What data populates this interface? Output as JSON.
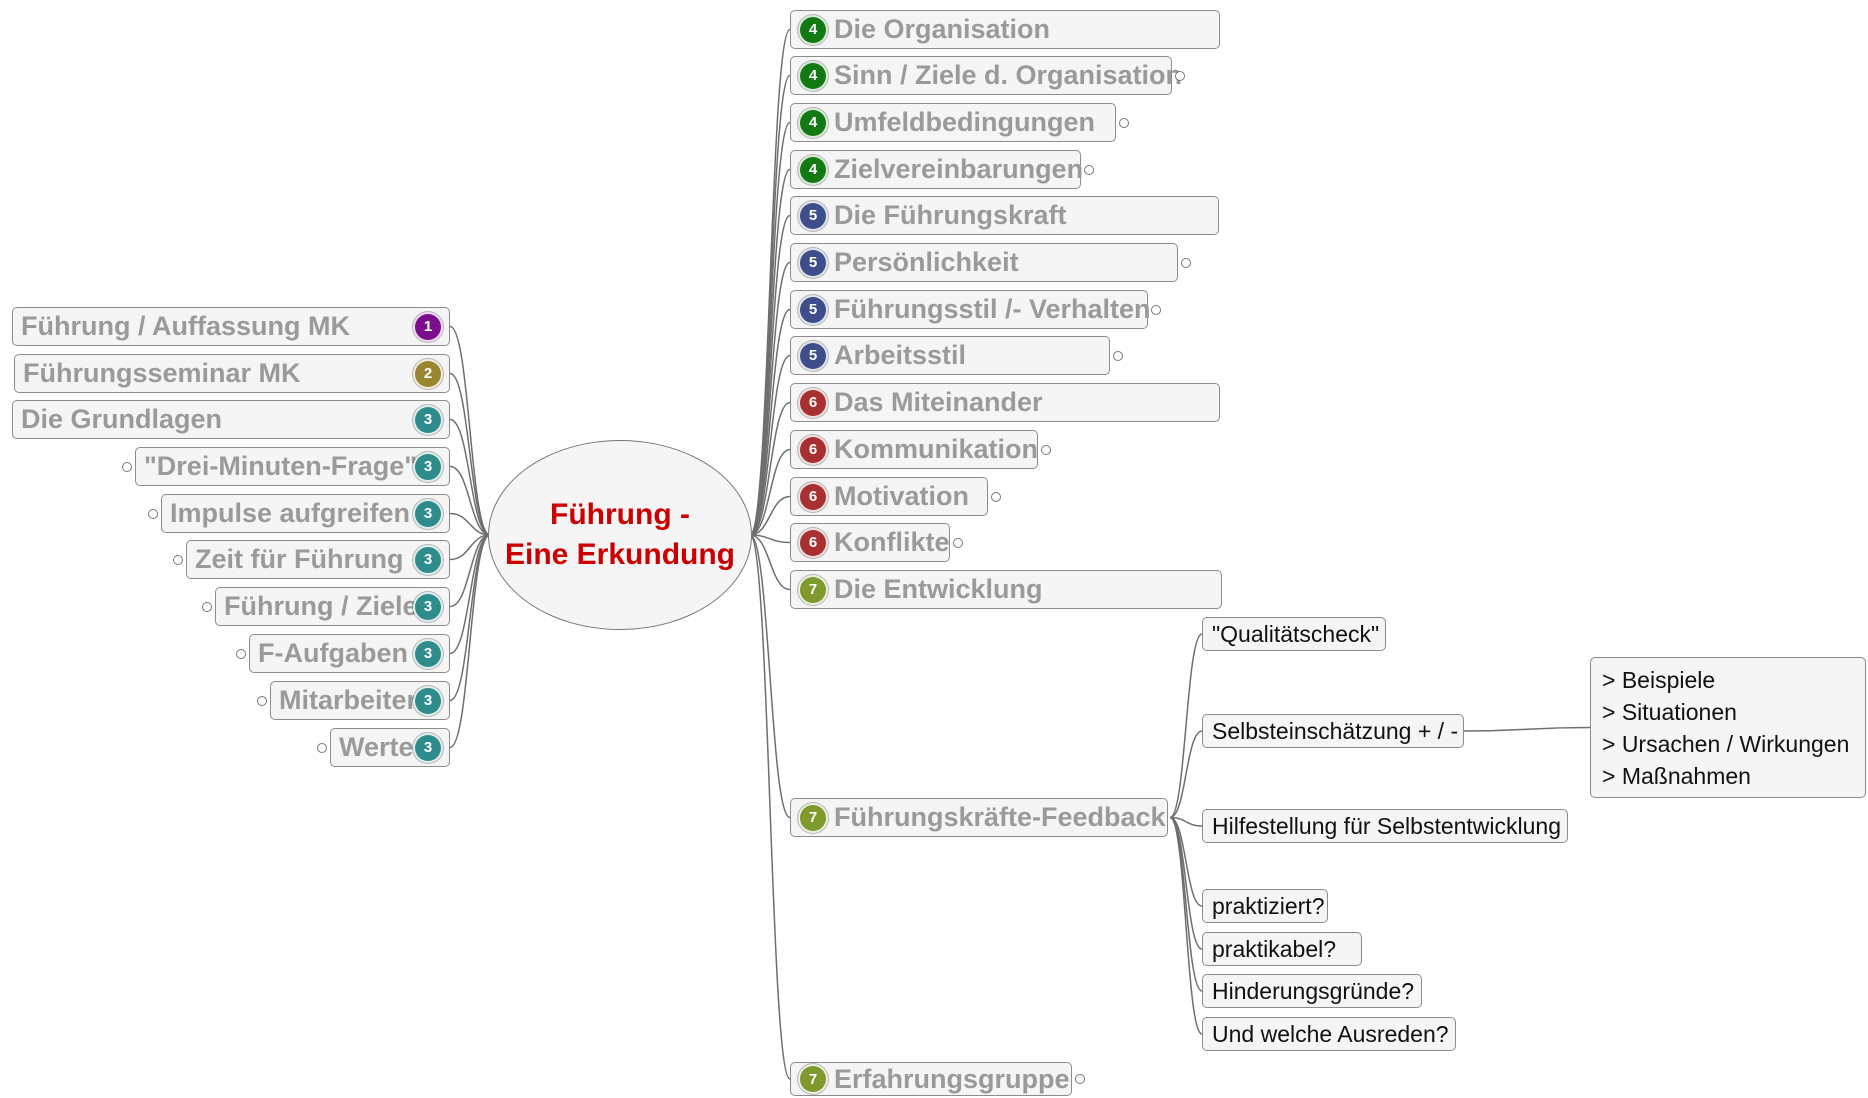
{
  "central": {
    "line1": "Führung -",
    "line2": "Eine Erkundung"
  },
  "badge_colors": {
    "1": "#7b0e8c",
    "2": "#9a8630",
    "3": "#2e8c8c",
    "4": "#137a13",
    "5": "#3d4e8a",
    "6": "#a83030",
    "7": "#7f9a2c"
  },
  "left_nodes": [
    {
      "label": "Führung / Auffassung MK",
      "badge": "1"
    },
    {
      "label": "Führungsseminar MK",
      "badge": "2"
    },
    {
      "label": "Die Grundlagen",
      "badge": "3"
    },
    {
      "label": "\"Drei-Minuten-Frage\"",
      "badge": "3"
    },
    {
      "label": "Impulse aufgreifen",
      "badge": "3"
    },
    {
      "label": "Zeit für Führung",
      "badge": "3"
    },
    {
      "label": "Führung / Ziele",
      "badge": "3"
    },
    {
      "label": "F-Aufgaben",
      "badge": "3"
    },
    {
      "label": "Mitarbeiter",
      "badge": "3"
    },
    {
      "label": "Werte",
      "badge": "3"
    }
  ],
  "right_nodes": [
    {
      "label": "Die Organisation",
      "badge": "4"
    },
    {
      "label": "Sinn / Ziele d. Organisation",
      "badge": "4"
    },
    {
      "label": "Umfeldbedingungen",
      "badge": "4"
    },
    {
      "label": "Zielvereinbarungen",
      "badge": "4"
    },
    {
      "label": "Die Führungskraft",
      "badge": "5"
    },
    {
      "label": "Persönlichkeit",
      "badge": "5"
    },
    {
      "label": "Führungsstil /- Verhalten",
      "badge": "5"
    },
    {
      "label": "Arbeitsstil",
      "badge": "5"
    },
    {
      "label": "Das Miteinander",
      "badge": "6"
    },
    {
      "label": "Kommunikation",
      "badge": "6"
    },
    {
      "label": "Motivation",
      "badge": "6"
    },
    {
      "label": "Konflikte",
      "badge": "6"
    },
    {
      "label": "Die Entwicklung",
      "badge": "7"
    },
    {
      "label": "Führungskräfte-Feedback",
      "badge": "7"
    },
    {
      "label": "Erfahrungsgruppe",
      "badge": "7"
    }
  ],
  "feedback_children": [
    {
      "label": "\"Qualitätscheck\""
    },
    {
      "label": "Selbsteinschätzung + / -"
    },
    {
      "label": "Hilfestellung für Selbstentwicklung"
    },
    {
      "label": "praktiziert?"
    },
    {
      "label": "praktikabel?"
    },
    {
      "label": "Hinderungsgründe?"
    },
    {
      "label": "Und welche Ausreden?"
    }
  ],
  "selbst_children": {
    "lines": [
      "> Beispiele",
      "> Situationen",
      "> Ursachen / Wirkungen",
      "> Maßnahmen"
    ]
  }
}
